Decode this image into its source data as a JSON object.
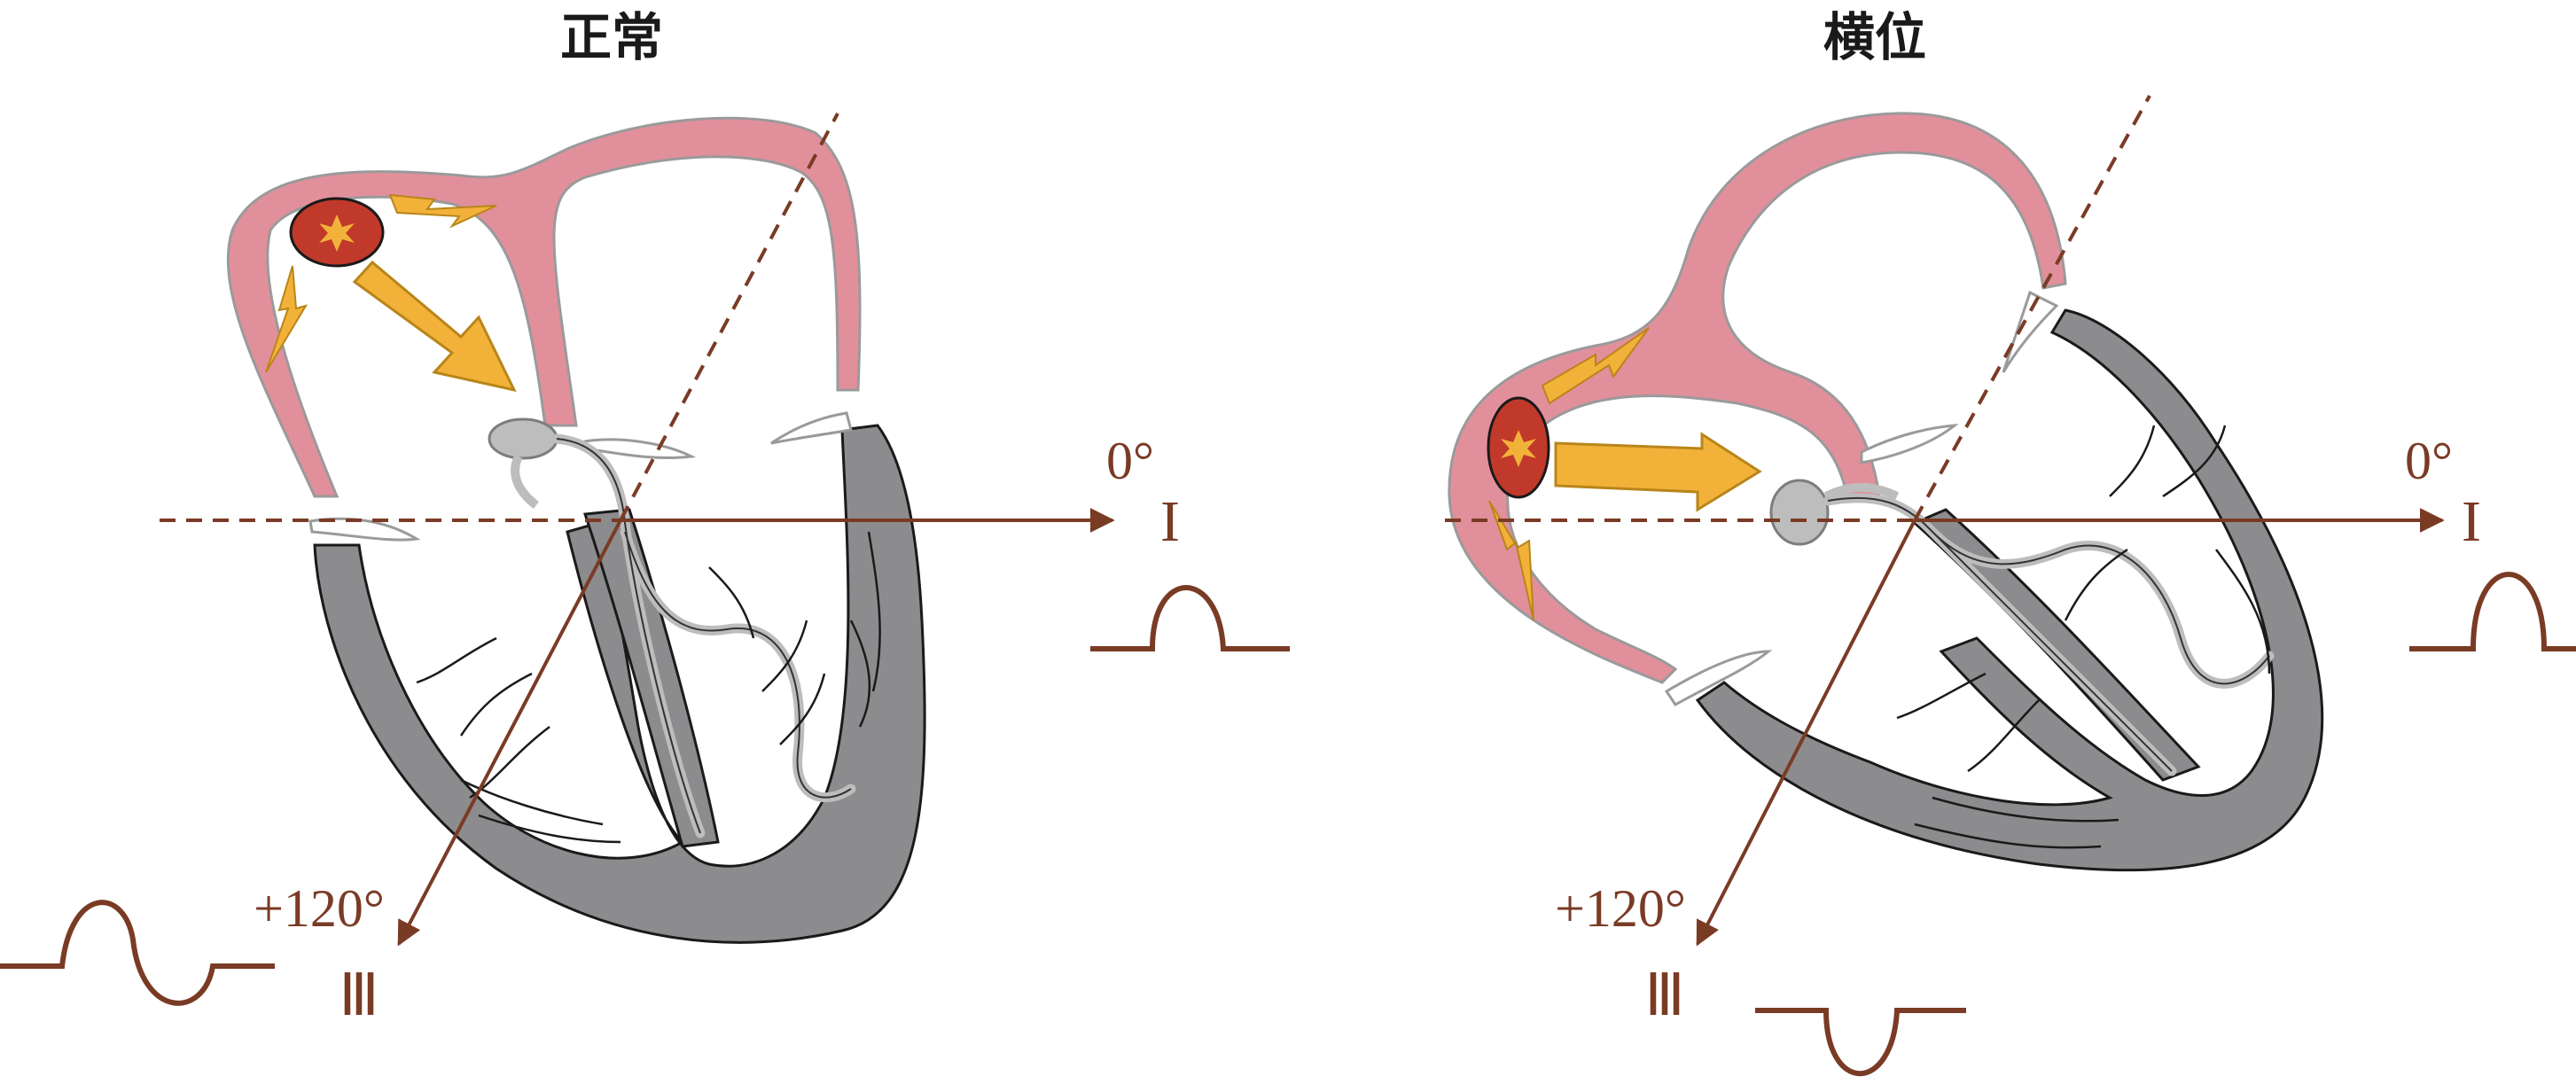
{
  "panels": [
    {
      "title": "正常",
      "axis_lead_I": {
        "angle_label": "0°",
        "lead_label": "I"
      },
      "axis_lead_III": {
        "angle_label": "+120°",
        "lead_label": "Ⅲ"
      }
    },
    {
      "title": "横位",
      "axis_lead_I": {
        "angle_label": "0°",
        "lead_label": "I"
      },
      "axis_lead_III": {
        "angle_label": "+120°",
        "lead_label": "Ⅲ"
      }
    }
  ],
  "colors": {
    "atrium_wall": "#e28f9c",
    "ventricle_wall": "#8c8c8e",
    "sa_node": "#c0392b",
    "arrow": "#f2b23a",
    "axis": "#7a3b25",
    "conduction": "#bdbdbd"
  }
}
